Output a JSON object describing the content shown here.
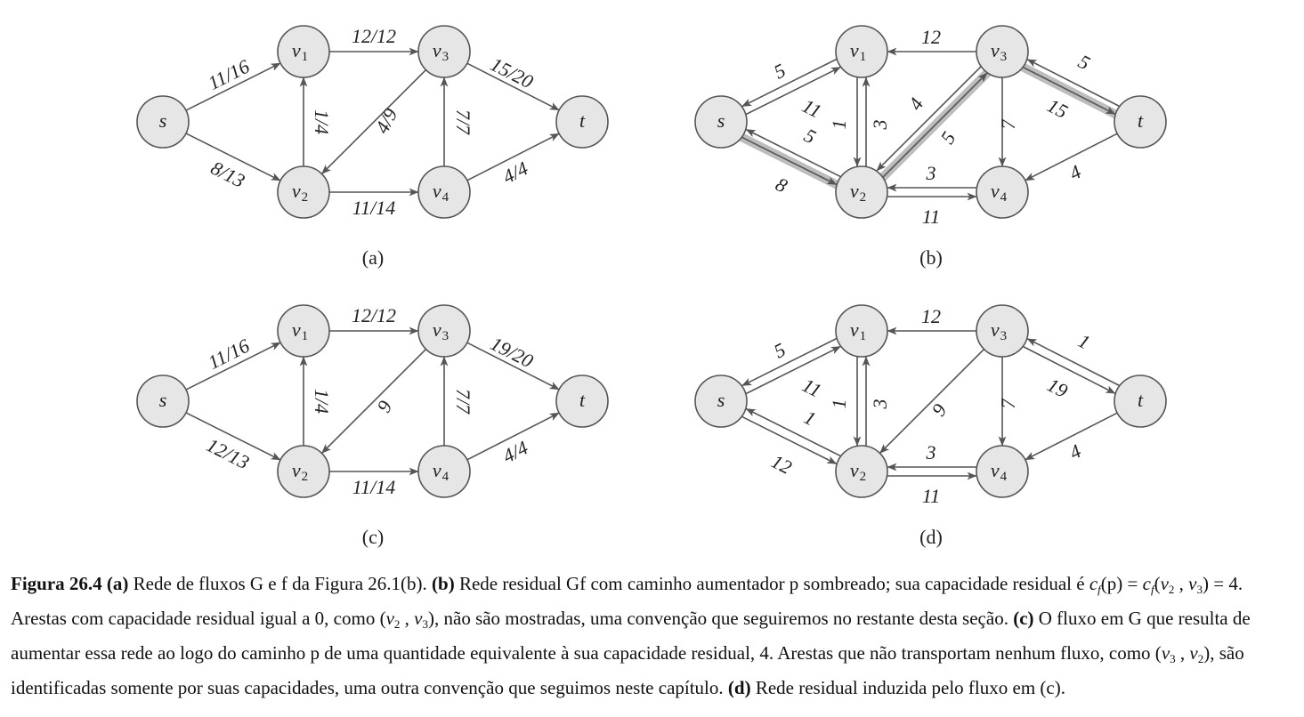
{
  "panels": [
    {
      "label": "(a)",
      "nodes": [
        [
          "s",
          "s",
          ""
        ],
        [
          "v1",
          "v",
          "1"
        ],
        [
          "v2",
          "v",
          "2"
        ],
        [
          "v3",
          "v",
          "3"
        ],
        [
          "v4",
          "v",
          "4"
        ],
        [
          "t",
          "t",
          ""
        ]
      ],
      "edges": [
        {
          "from": "s",
          "to": "v1",
          "label": "11/16"
        },
        {
          "from": "s",
          "to": "v2",
          "label": "8/13"
        },
        {
          "from": "v1",
          "to": "v3",
          "label": "12/12"
        },
        {
          "from": "v2",
          "to": "v1",
          "label": "1/4"
        },
        {
          "from": "v3",
          "to": "v2",
          "label": "4/9"
        },
        {
          "from": "v2",
          "to": "v4",
          "label": "11/14"
        },
        {
          "from": "v4",
          "to": "v3",
          "label": "7/7"
        },
        {
          "from": "v3",
          "to": "t",
          "label": "15/20"
        },
        {
          "from": "v4",
          "to": "t",
          "label": "4/4"
        }
      ]
    },
    {
      "label": "(b)",
      "nodes": [
        [
          "s",
          "s",
          ""
        ],
        [
          "v1",
          "v",
          "1"
        ],
        [
          "v2",
          "v",
          "2"
        ],
        [
          "v3",
          "v",
          "3"
        ],
        [
          "v4",
          "v",
          "4"
        ],
        [
          "t",
          "t",
          ""
        ]
      ],
      "edges": [
        {
          "from": "s",
          "to": "v1",
          "label": "5"
        },
        {
          "from": "v1",
          "to": "s",
          "label": "11"
        },
        {
          "from": "s",
          "to": "v2",
          "label": "5",
          "highlight": true
        },
        {
          "from": "v2",
          "to": "s",
          "label": "8"
        },
        {
          "from": "v3",
          "to": "v1",
          "label": "12"
        },
        {
          "from": "v1",
          "to": "v2",
          "label": "1"
        },
        {
          "from": "v2",
          "to": "v1",
          "label": "3"
        },
        {
          "from": "v2",
          "to": "v3",
          "label": "4",
          "highlight": true
        },
        {
          "from": "v3",
          "to": "v2",
          "label": "5"
        },
        {
          "from": "v2",
          "to": "v4",
          "label": "3"
        },
        {
          "from": "v4",
          "to": "v2",
          "label": "11"
        },
        {
          "from": "v3",
          "to": "v4",
          "label": "7"
        },
        {
          "from": "v3",
          "to": "t",
          "label": "5",
          "highlight": true
        },
        {
          "from": "t",
          "to": "v3",
          "label": "15"
        },
        {
          "from": "t",
          "to": "v4",
          "label": "4"
        }
      ]
    },
    {
      "label": "(c)",
      "nodes": [
        [
          "s",
          "s",
          ""
        ],
        [
          "v1",
          "v",
          "1"
        ],
        [
          "v2",
          "v",
          "2"
        ],
        [
          "v3",
          "v",
          "3"
        ],
        [
          "v4",
          "v",
          "4"
        ],
        [
          "t",
          "t",
          ""
        ]
      ],
      "edges": [
        {
          "from": "s",
          "to": "v1",
          "label": "11/16"
        },
        {
          "from": "s",
          "to": "v2",
          "label": "12/13"
        },
        {
          "from": "v1",
          "to": "v3",
          "label": "12/12"
        },
        {
          "from": "v2",
          "to": "v1",
          "label": "1/4"
        },
        {
          "from": "v3",
          "to": "v2",
          "label": "9"
        },
        {
          "from": "v2",
          "to": "v4",
          "label": "11/14"
        },
        {
          "from": "v4",
          "to": "v3",
          "label": "7/7"
        },
        {
          "from": "v3",
          "to": "t",
          "label": "19/20"
        },
        {
          "from": "v4",
          "to": "t",
          "label": "4/4"
        }
      ]
    },
    {
      "label": "(d)",
      "nodes": [
        [
          "s",
          "s",
          ""
        ],
        [
          "v1",
          "v",
          "1"
        ],
        [
          "v2",
          "v",
          "2"
        ],
        [
          "v3",
          "v",
          "3"
        ],
        [
          "v4",
          "v",
          "4"
        ],
        [
          "t",
          "t",
          ""
        ]
      ],
      "edges": [
        {
          "from": "s",
          "to": "v1",
          "label": "5"
        },
        {
          "from": "v1",
          "to": "s",
          "label": "11"
        },
        {
          "from": "s",
          "to": "v2",
          "label": "1"
        },
        {
          "from": "v2",
          "to": "s",
          "label": "12"
        },
        {
          "from": "v3",
          "to": "v1",
          "label": "12"
        },
        {
          "from": "v1",
          "to": "v2",
          "label": "1"
        },
        {
          "from": "v2",
          "to": "v1",
          "label": "3"
        },
        {
          "from": "v3",
          "to": "v2",
          "label": "9"
        },
        {
          "from": "v2",
          "to": "v4",
          "label": "3"
        },
        {
          "from": "v4",
          "to": "v2",
          "label": "11"
        },
        {
          "from": "v3",
          "to": "v4",
          "label": "7"
        },
        {
          "from": "v3",
          "to": "t",
          "label": "1"
        },
        {
          "from": "t",
          "to": "v3",
          "label": "19"
        },
        {
          "from": "t",
          "to": "v4",
          "label": "4"
        }
      ]
    }
  ],
  "caption": {
    "fig_label": "Figura 26.4",
    "a_tag": "(a)",
    "a_text": " Rede de fluxos G e f da Figura 26.1(b). ",
    "b_tag": "(b)",
    "b_text1": " Rede residual Gf com caminho aumentador p sombreado; sua capacidade residual é ",
    "cf_p": "c",
    "b_text2": "(p) = ",
    "b_text3": "(",
    "b_text4": ") = 4. Arestas com capacidade residual igual a 0, como (",
    "b_text5": "), não são mostradas, uma convenção que seguiremos no restante desta seção. ",
    "c_tag": "(c)",
    "c_text1": " O fluxo em G que resulta de aumentar essa rede ao logo do caminho p de uma quantidade equivalente à sua capacidade residual, 4. Arestas que não transportam nenhum fluxo, como (",
    "c_text2": "), são identificadas somente por suas capacidades, uma outra convenção que seguimos neste capítulo. ",
    "d_tag": "(d)",
    "d_text": " Rede residual induzida pelo fluxo em (c)."
  }
}
